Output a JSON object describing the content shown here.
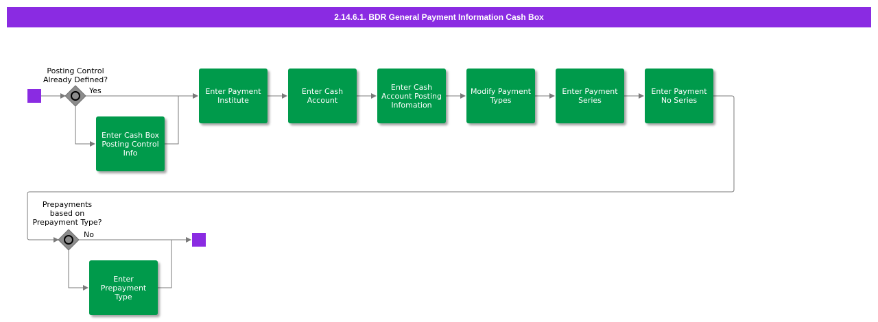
{
  "title": "2.14.6.1. BDR General Payment Information Cash Box",
  "colors": {
    "header": "#8a2be2",
    "task": "#009a4b",
    "event": "#8a2be2",
    "gateway": "#8c8c8c",
    "connector": "#7a7a7a"
  },
  "gateways": {
    "posting_control": {
      "question": "Posting Control\nAlready Defined?",
      "branch_label": "Yes"
    },
    "prepayments": {
      "question": "Prepayments\nbased on\nPrepayment Type?",
      "branch_label": "No"
    }
  },
  "tasks": {
    "enter_cash_box_posting_control_info": "Enter Cash Box\nPosting Control\nInfo",
    "enter_payment_institute": "Enter Payment\nInstitute",
    "enter_cash_account": "Enter Cash\nAccount",
    "enter_cash_account_posting_infomation": "Enter Cash\nAccount Posting\nInfomation",
    "modify_payment_types": "Modify Payment\nTypes",
    "enter_payment_series": "Enter Payment\nSeries",
    "enter_payment_no_series": "Enter Payment\nNo Series",
    "enter_prepayment_type": "Enter\nPrepayment\nType"
  },
  "icons": {
    "start": "start-event-square",
    "end": "end-event-square",
    "gateway": "exclusive-gateway-diamond"
  }
}
